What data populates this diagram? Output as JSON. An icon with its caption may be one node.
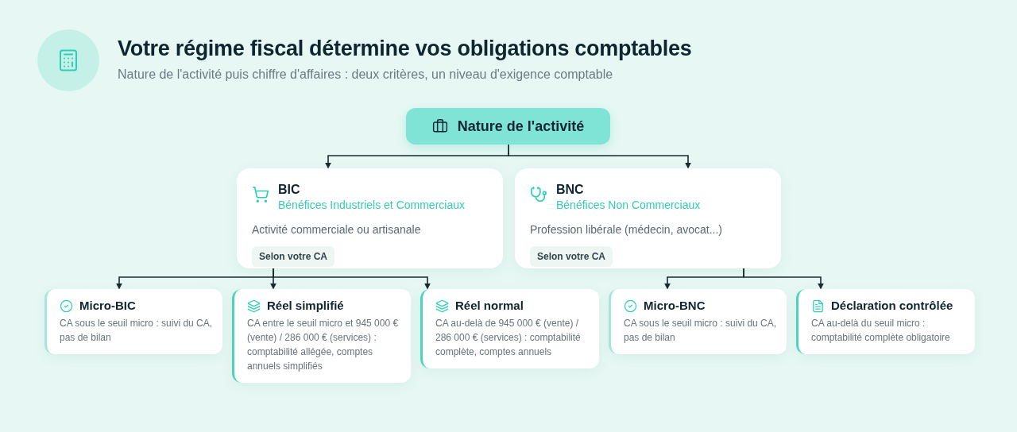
{
  "diagram": {
    "title": "Votre régime fiscal détermine vos obligations comptables",
    "nodes": [
      {
        "text": [
          "Nature de l'activité"
        ]
      },
      {
        "text": [
          "BIC",
          "Bénéfices Industriels et Commerciaux",
          "Activité commerciale ou artisanale",
          "Selon votre CA"
        ]
      },
      {
        "text": [
          "BNC",
          "Bénéfices Non Commerciaux",
          "Profession libérale (médecin, avocat...)",
          "Selon votre CA"
        ]
      },
      {
        "text": [
          "Micro-BIC",
          "CA sous le seuil micro : suivi du CA, pas de bilan"
        ]
      },
      {
        "text": [
          "Réel simplifié",
          "CA entre le seuil micro et 945 000 € (vente) / 286 000 € (services) : comptabilité allégée, comptes annuels simplifiés"
        ]
      },
      {
        "text": [
          "Réel normal",
          "CA au-delà de 945 000 € (vente) / 286 000 € (services) : comptabilité complète, comptes annuels"
        ]
      },
      {
        "text": [
          "Micro-BNC",
          "CA sous le seuil micro : suivi du CA, pas de bilan"
        ]
      },
      {
        "text": [
          "Déclaration contrôlée",
          "CA au-delà du seuil micro : comptabilité complète obligatoire"
        ]
      }
    ],
    "edges": [
      {
        "from": 0,
        "to": 1,
        "arrow": "to"
      },
      {
        "from": 0,
        "to": 2,
        "arrow": "to"
      },
      {
        "from": 1,
        "to": 3,
        "arrow": "to"
      },
      {
        "from": 1,
        "to": 4,
        "arrow": "to"
      },
      {
        "from": 1,
        "to": 5,
        "arrow": "to"
      },
      {
        "from": 2,
        "to": 6,
        "arrow": "to"
      },
      {
        "from": 2,
        "to": 7,
        "arrow": "to"
      }
    ],
    "labels": [
      "Nature de l'activité puis chiffre d'affaires : deux critères, un niveau d'exigence comptable"
    ]
  }
}
